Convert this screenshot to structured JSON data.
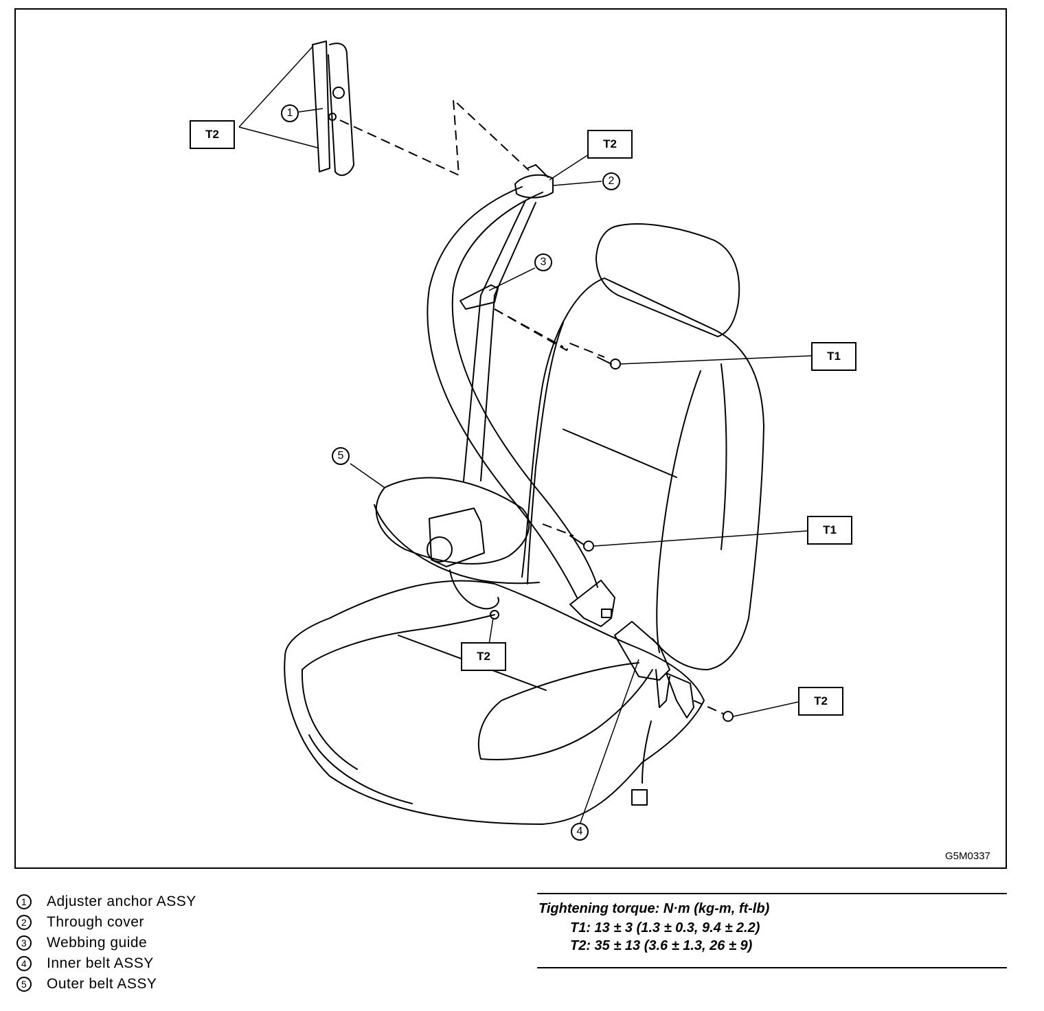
{
  "diagram": {
    "figure_id": "G5M0337",
    "torque_labels": [
      "T2",
      "T2",
      "T1",
      "T1",
      "T2",
      "T2"
    ],
    "callouts": [
      "1",
      "2",
      "3",
      "4",
      "5"
    ]
  },
  "legend": {
    "items": [
      {
        "num": "1",
        "label": "Adjuster anchor ASSY"
      },
      {
        "num": "2",
        "label": "Through cover"
      },
      {
        "num": "3",
        "label": "Webbing guide"
      },
      {
        "num": "4",
        "label": "Inner belt ASSY"
      },
      {
        "num": "5",
        "label": "Outer belt ASSY"
      }
    ]
  },
  "torque_table": {
    "title": "Tightening torque: N·m (kg-m, ft-lb)",
    "rows": [
      "T1: 13 ± 3 (1.3 ± 0.3, 9.4 ± 2.2)",
      "T2: 35 ± 13 (3.6 ± 1.3, 26 ± 9)"
    ]
  }
}
